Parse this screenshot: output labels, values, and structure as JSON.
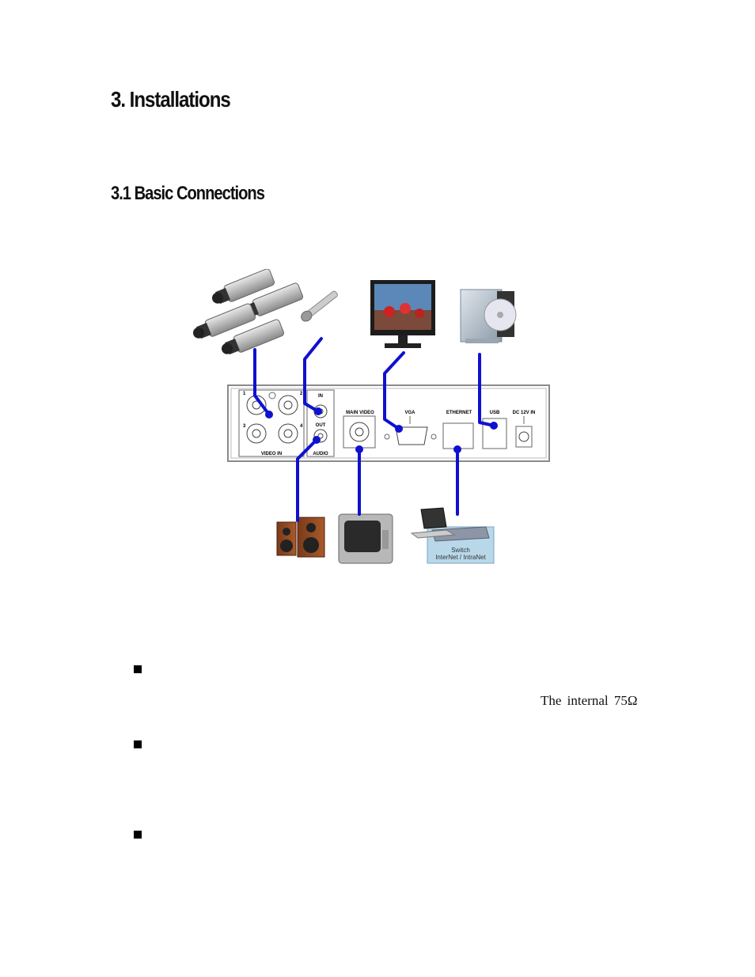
{
  "heading": "3. Installations",
  "subheading": "3.1 Basic Connections",
  "panel_labels": {
    "ch1": "1",
    "ch2": "2",
    "ch3": "3",
    "ch4": "4",
    "video_in": "VIDEO IN",
    "audio_in": "IN",
    "audio_out": "OUT",
    "audio": "AUDIO",
    "main_video": "MAIN VIDEO",
    "vga": "VGA",
    "ethernet": "ETHERNET",
    "usb": "USB",
    "dc_in": "DC 12V IN"
  },
  "switch_labels": {
    "line1": "Switch",
    "line2": "InterNet / IntraNet"
  },
  "body_text": "The internal 75Ω",
  "colors": {
    "cable": "#1010d0",
    "panel_border": "#808080",
    "switch_box": "#b8d8ea"
  },
  "icons": [
    "camera-icon",
    "microphone-icon",
    "lcd-monitor-icon",
    "dvd-drive-icon",
    "speakers-icon",
    "crt-monitor-icon",
    "laptop-icon",
    "network-switch-icon"
  ]
}
